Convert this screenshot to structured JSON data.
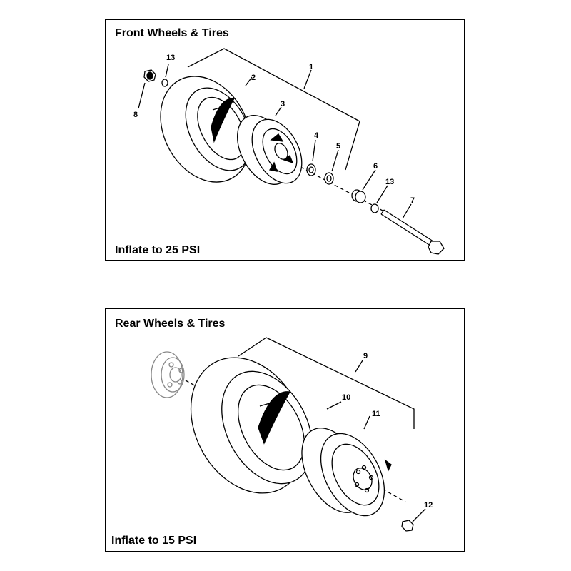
{
  "front": {
    "title": "Front Wheels & Tires",
    "note": "Inflate to 25 PSI",
    "callouts": [
      "1",
      "2",
      "3",
      "4",
      "5",
      "6",
      "7",
      "8",
      "13",
      "13"
    ]
  },
  "rear": {
    "title": "Rear Wheels & Tires",
    "note": "Inflate to 15 PSI",
    "callouts": [
      "9",
      "10",
      "11",
      "12"
    ]
  },
  "colors": {
    "line": "#000000",
    "fill": "#ffffff",
    "hidden_part": "#888888"
  }
}
